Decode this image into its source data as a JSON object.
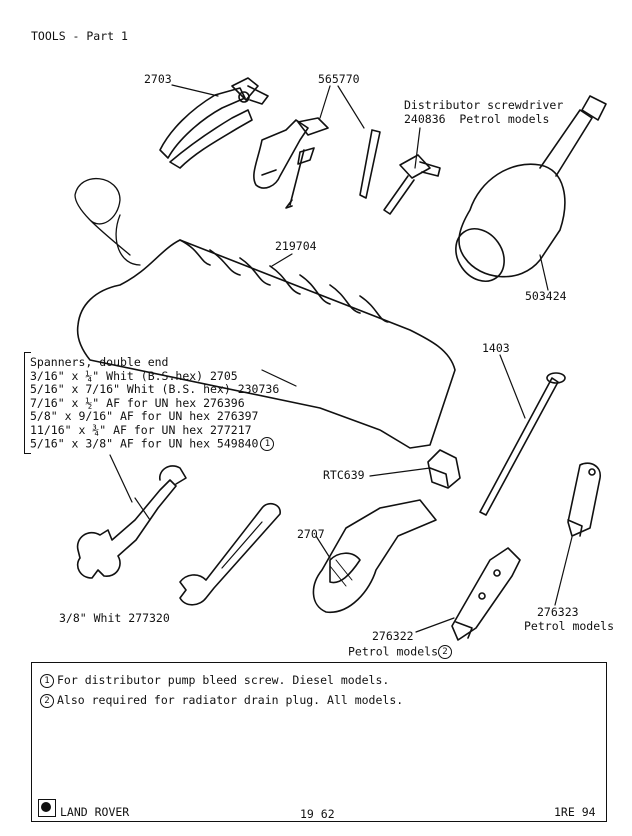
{
  "header": {
    "title": "TOOLS - Part 1"
  },
  "labels": {
    "pliers": "2703",
    "screwdriver_set": "565770",
    "distributor_line1": "Distributor screwdriver",
    "distributor_line2": "240836  Petrol models",
    "tool_roll": "219704",
    "grease_gun": "503424",
    "tommy_bar": "1403",
    "box_spanner_small": "RTC639",
    "adjustable_spanner": "2707",
    "whit_spanner": "3/8\" Whit 277320",
    "plug_spanner_a_num": "276322",
    "plug_spanner_a_note": "Petrol models",
    "plug_spanner_b_num": "276323",
    "plug_spanner_b_note": "Petrol models"
  },
  "spanners": {
    "heading": "Spanners, double end",
    "items": [
      "3/16\" x ¼\" Whit (B.S.hex) 2705",
      "5/16\" x 7/16\" Whit (B.S. hex) 230736",
      "7/16\" x ½\" AF for UN hex 276396",
      "5/8\" x 9/16\" AF for UN hex 276397",
      "11/16\" x ¾\" AF for UN hex 277217",
      "5/16\" x 3/8\" AF for UN hex 549840"
    ],
    "last_marker": "1"
  },
  "notes": {
    "note1_marker": "1",
    "note1": "For distributor pump bleed screw. Diesel models.",
    "note2_marker": "2",
    "note2": "Also required for radiator drain plug. All models."
  },
  "footer": {
    "brand": "LAND ROVER",
    "page": "19 62",
    "code": "1RE 94"
  },
  "icons": {
    "logo": "land-rover-badge-icon"
  }
}
